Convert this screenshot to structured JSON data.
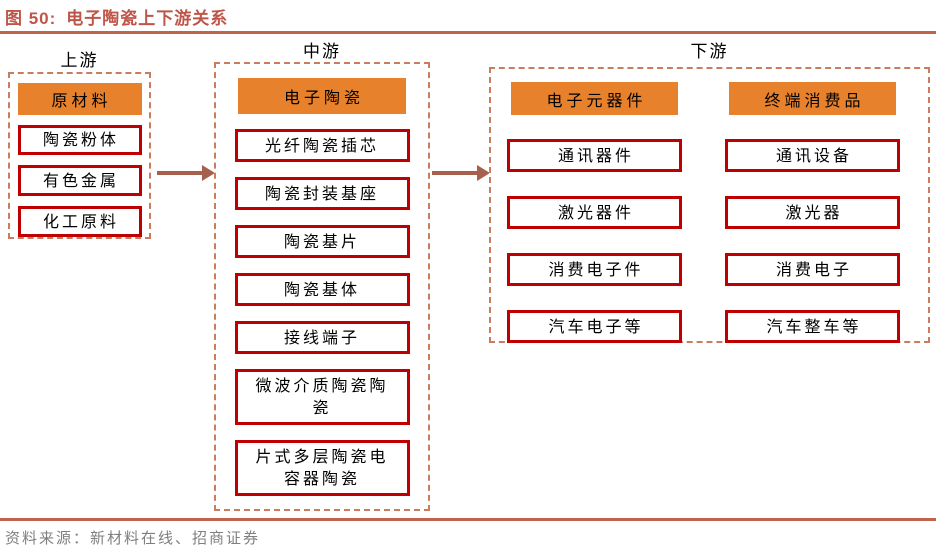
{
  "figure": {
    "label": "图 50:",
    "title": "电子陶瓷上下游关系",
    "source": "资料来源：新材料在线、招商证券"
  },
  "upstream": {
    "label": "上游",
    "header": "原材料",
    "items": [
      "陶瓷粉体",
      "有色金属",
      "化工原料"
    ]
  },
  "midstream": {
    "label": "中游",
    "header": "电子陶瓷",
    "items": [
      "光纤陶瓷插芯",
      "陶瓷封装基座",
      "陶瓷基片",
      "陶瓷基体",
      "接线端子",
      "微波介质陶瓷陶瓷",
      "片式多层陶瓷电容器陶瓷"
    ]
  },
  "downstream": {
    "label": "下游",
    "columns": [
      {
        "header": "电子元器件",
        "items": [
          "通讯器件",
          "激光器件",
          "消费电子件",
          "汽车电子等"
        ]
      },
      {
        "header": "终端消费品",
        "items": [
          "通讯设备",
          "激光器",
          "消费电子",
          "汽车整车等"
        ]
      }
    ]
  },
  "colors": {
    "accent_orange": "#E8812C",
    "item_border_red": "#C00000",
    "dashed_border": "#C97C5E",
    "arrow_brown": "#A6604C",
    "title_red": "#BF5548",
    "rule_red": "#C2644D",
    "source_gray": "#7F7F7F"
  }
}
